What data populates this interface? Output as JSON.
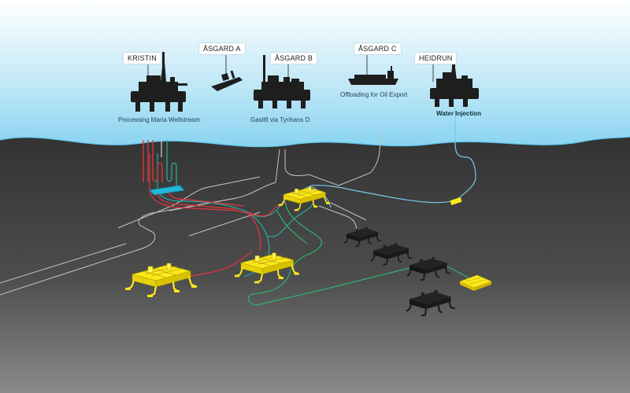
{
  "colors": {
    "sky_top": "#ffffff",
    "sky_bottom": "#7fd0ef",
    "seabed_top": "#3b3b3b",
    "seabed_bottom": "#8c8c8c",
    "structure_yellow": "#ffe81a",
    "line_red": "#e8343c",
    "line_teal": "#2aa7a0",
    "line_blue": "#7cc7e8",
    "line_green": "#2fb36a",
    "line_grey": "#c4c4c4",
    "manifold_cyan": "#23b7d9",
    "dark_template": "#1e1e1e"
  },
  "facilities": [
    {
      "id": "kristin",
      "label": "KRISTIN",
      "caption": "Processing Maria Wellstream",
      "caption_bold": false,
      "kind": "semi-submersible"
    },
    {
      "id": "asgard_a",
      "label": "ÅSGARD A",
      "caption": "",
      "caption_bold": false,
      "kind": "fpso"
    },
    {
      "id": "asgard_b",
      "label": "ÅSGARD B",
      "caption": "Gaslift via Tyrihans D",
      "caption_bold": false,
      "kind": "semi-submersible"
    },
    {
      "id": "asgard_c",
      "label": "ÅSGARD C",
      "caption": "Offloading for Oil Export",
      "caption_bold": false,
      "kind": "tanker"
    },
    {
      "id": "heidrun",
      "label": "HEIDRUN",
      "caption": "Water Injection",
      "caption_bold": true,
      "kind": "tension-leg"
    }
  ]
}
